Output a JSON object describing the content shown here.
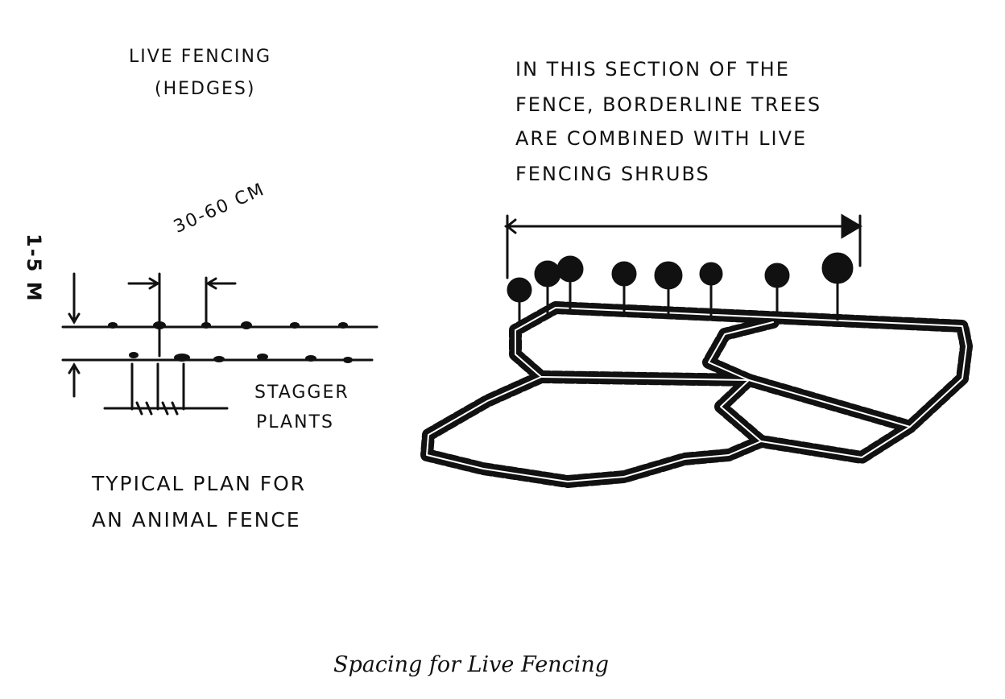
{
  "left": {
    "title_line1": "LIVE FENCING",
    "title_line2": "(HEDGES)",
    "height_dim": "1-5 M",
    "spacing_dim": "30-60 CM",
    "stagger_line1": "STAGGER",
    "stagger_line2": "PLANTS",
    "plan_line1": "TYPICAL PLAN FOR",
    "plan_line2": "AN ANIMAL FENCE"
  },
  "right": {
    "note_line1": "IN THIS SECTION OF THE",
    "note_line2": "FENCE, BORDERLINE TREES",
    "note_line3": "ARE COMBINED WITH LIVE",
    "note_line4": "FENCING SHRUBS"
  },
  "caption": "Spacing for Live Fencing"
}
